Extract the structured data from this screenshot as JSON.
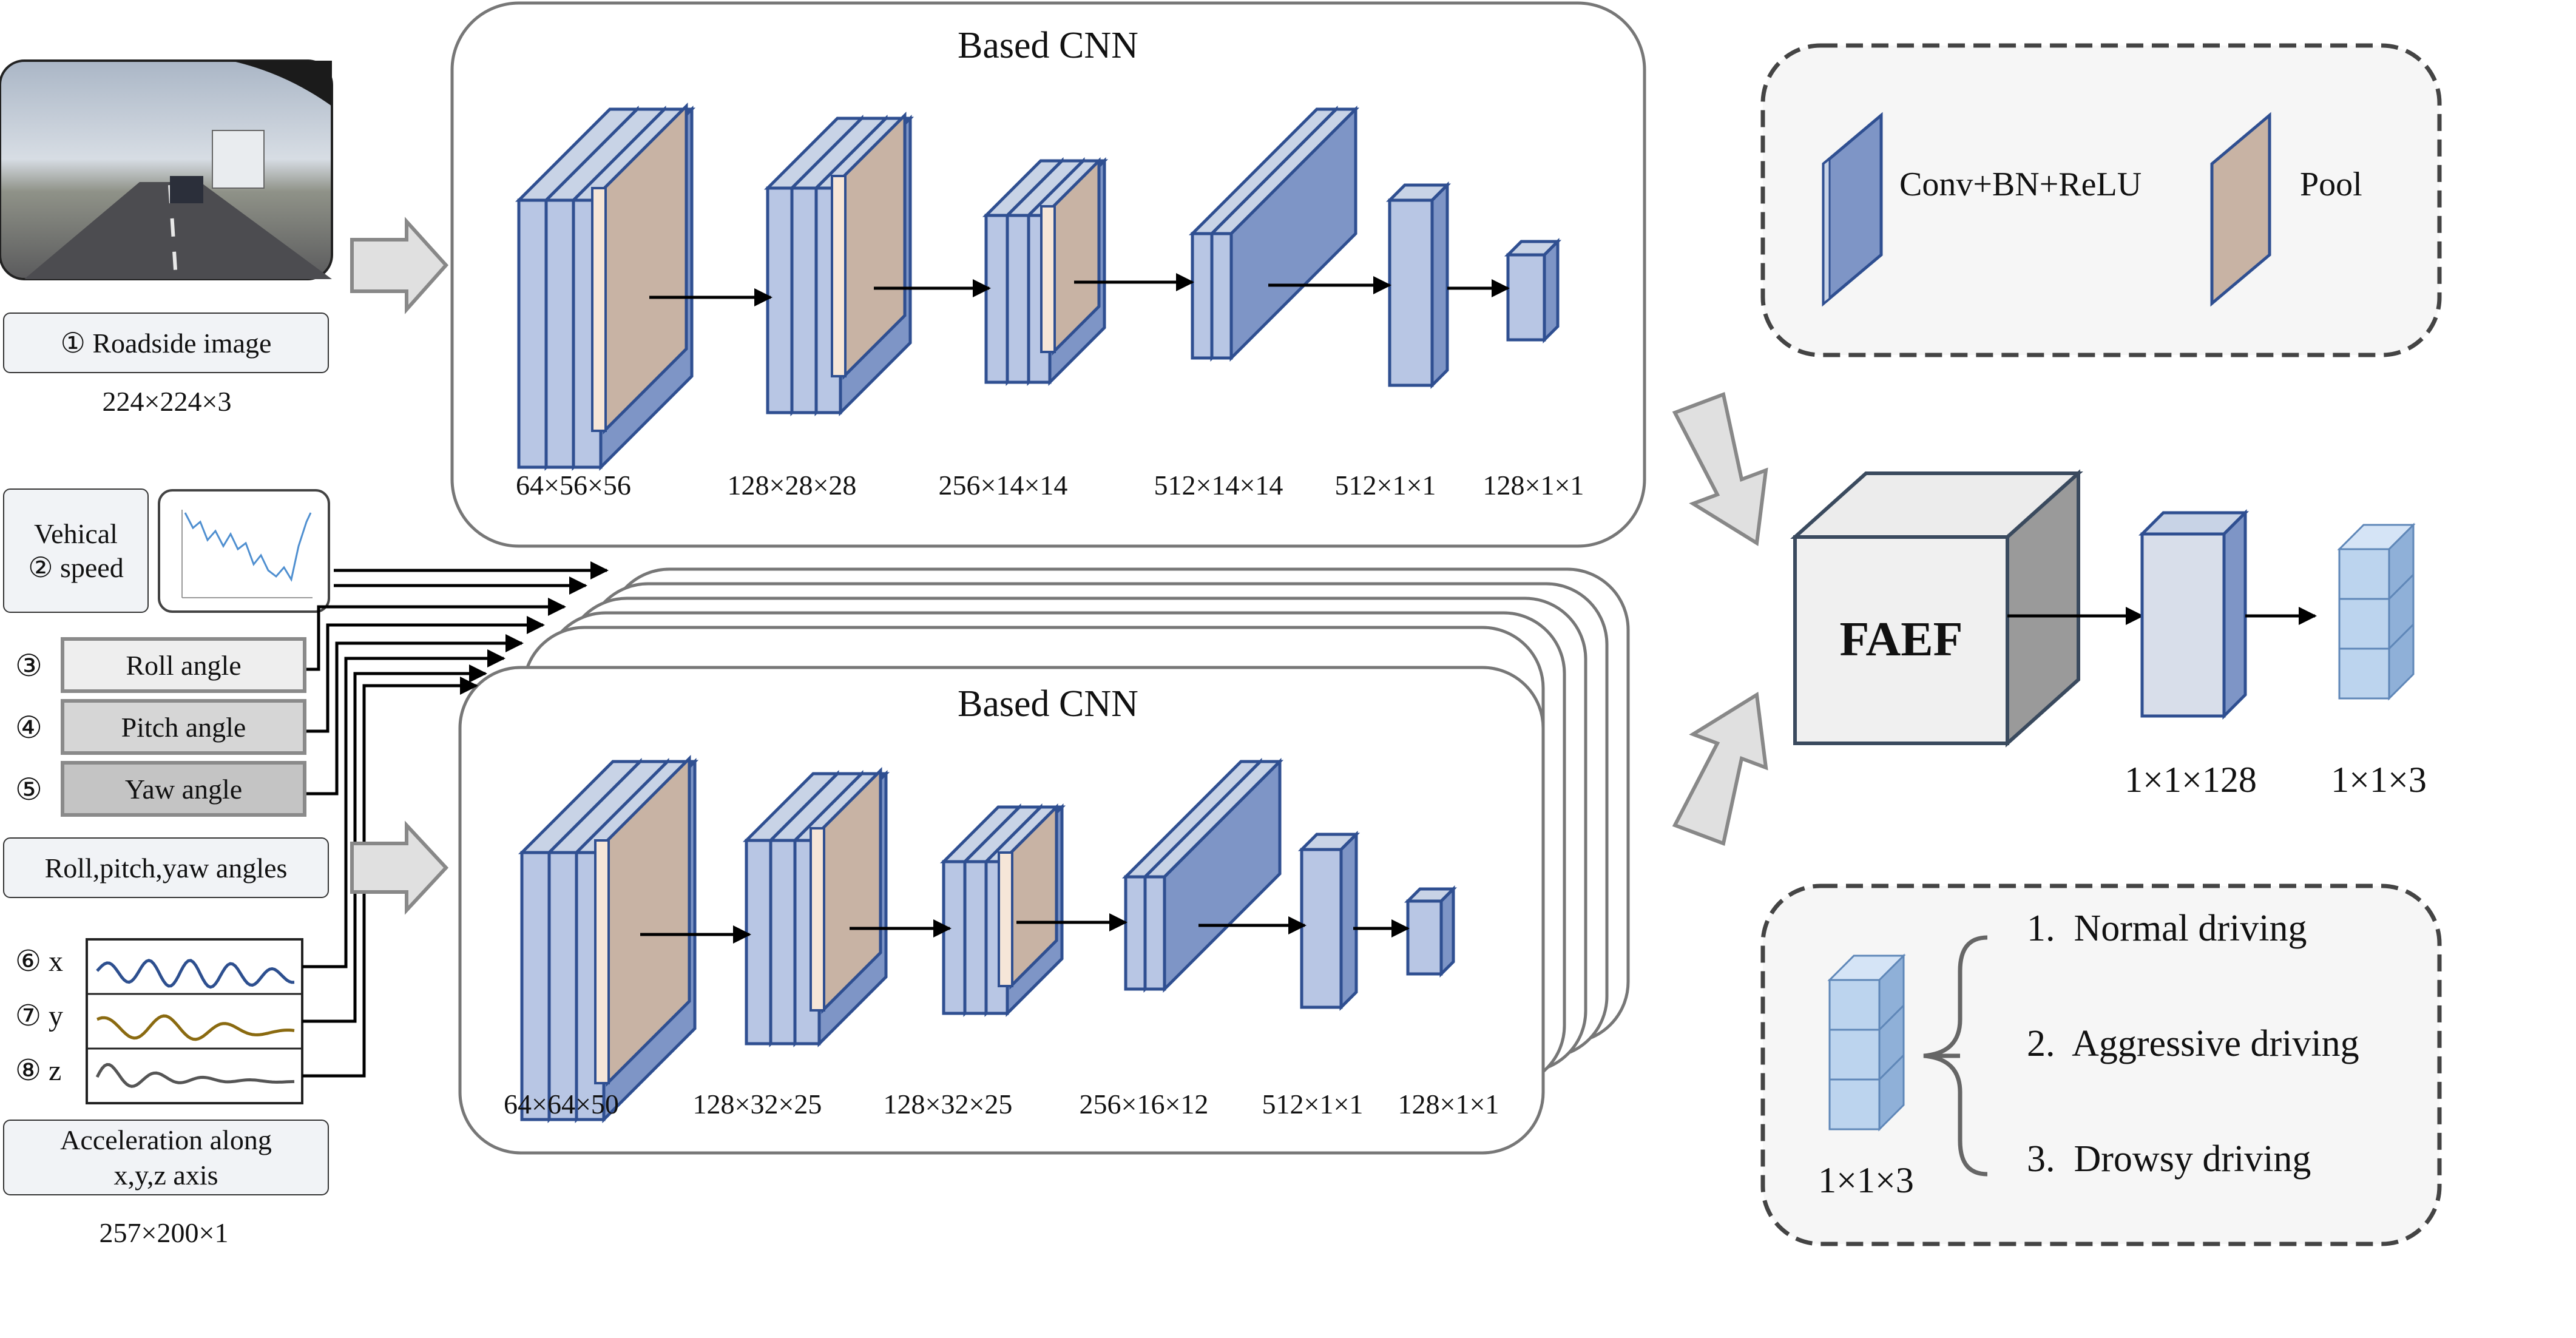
{
  "top_cnn": {
    "title": "Based CNN",
    "dims": [
      "64×56×56",
      "128×28×28",
      "256×14×14",
      "512×14×14",
      "512×1×1",
      "128×1×1"
    ]
  },
  "bottom_cnn": {
    "title": "Based CNN",
    "dims": [
      "64×64×50",
      "128×32×25",
      "128×32×25",
      "256×16×12",
      "512×1×1",
      "128×1×1"
    ]
  },
  "inputs": {
    "roadside_image": {
      "label": "① Roadside image",
      "dims": "224×224×3"
    },
    "vehicle_speed": {
      "label_line1": "Vehical",
      "label_line2": "② speed"
    },
    "angles": {
      "items": [
        {
          "num": "③",
          "label": "Roll angle"
        },
        {
          "num": "④",
          "label": "Pitch angle"
        },
        {
          "num": "⑤",
          "label": "Yaw angle"
        }
      ],
      "caption": "Roll,pitch,yaw angles"
    },
    "acceleration": {
      "axes": [
        {
          "num": "⑥",
          "axis": "x"
        },
        {
          "num": "⑦",
          "axis": "y"
        },
        {
          "num": "⑧",
          "axis": "z"
        }
      ],
      "caption_line1": "Acceleration along",
      "caption_line2": "x,y,z axis",
      "dims": "257×200×1"
    }
  },
  "legend": {
    "conv": "Conv+BN+ReLU",
    "pool": "Pool",
    "colors": {
      "conv": "#7e95c6",
      "pool": "#c8b3a4",
      "edge": "#2f4f91"
    }
  },
  "fusion": {
    "label": "FAEF",
    "dims_vector": "1×1×128",
    "dims_output": "1×1×3"
  },
  "outputs": {
    "dims": "1×1×3",
    "classes": [
      {
        "num": "1.",
        "label": "Normal driving"
      },
      {
        "num": "2.",
        "label": "Aggressive driving"
      },
      {
        "num": "3.",
        "label": "Drowsy driving"
      }
    ]
  },
  "signal_colors": {
    "x": "#2d4f8f",
    "y": "#8a6a10",
    "z": "#555555"
  }
}
